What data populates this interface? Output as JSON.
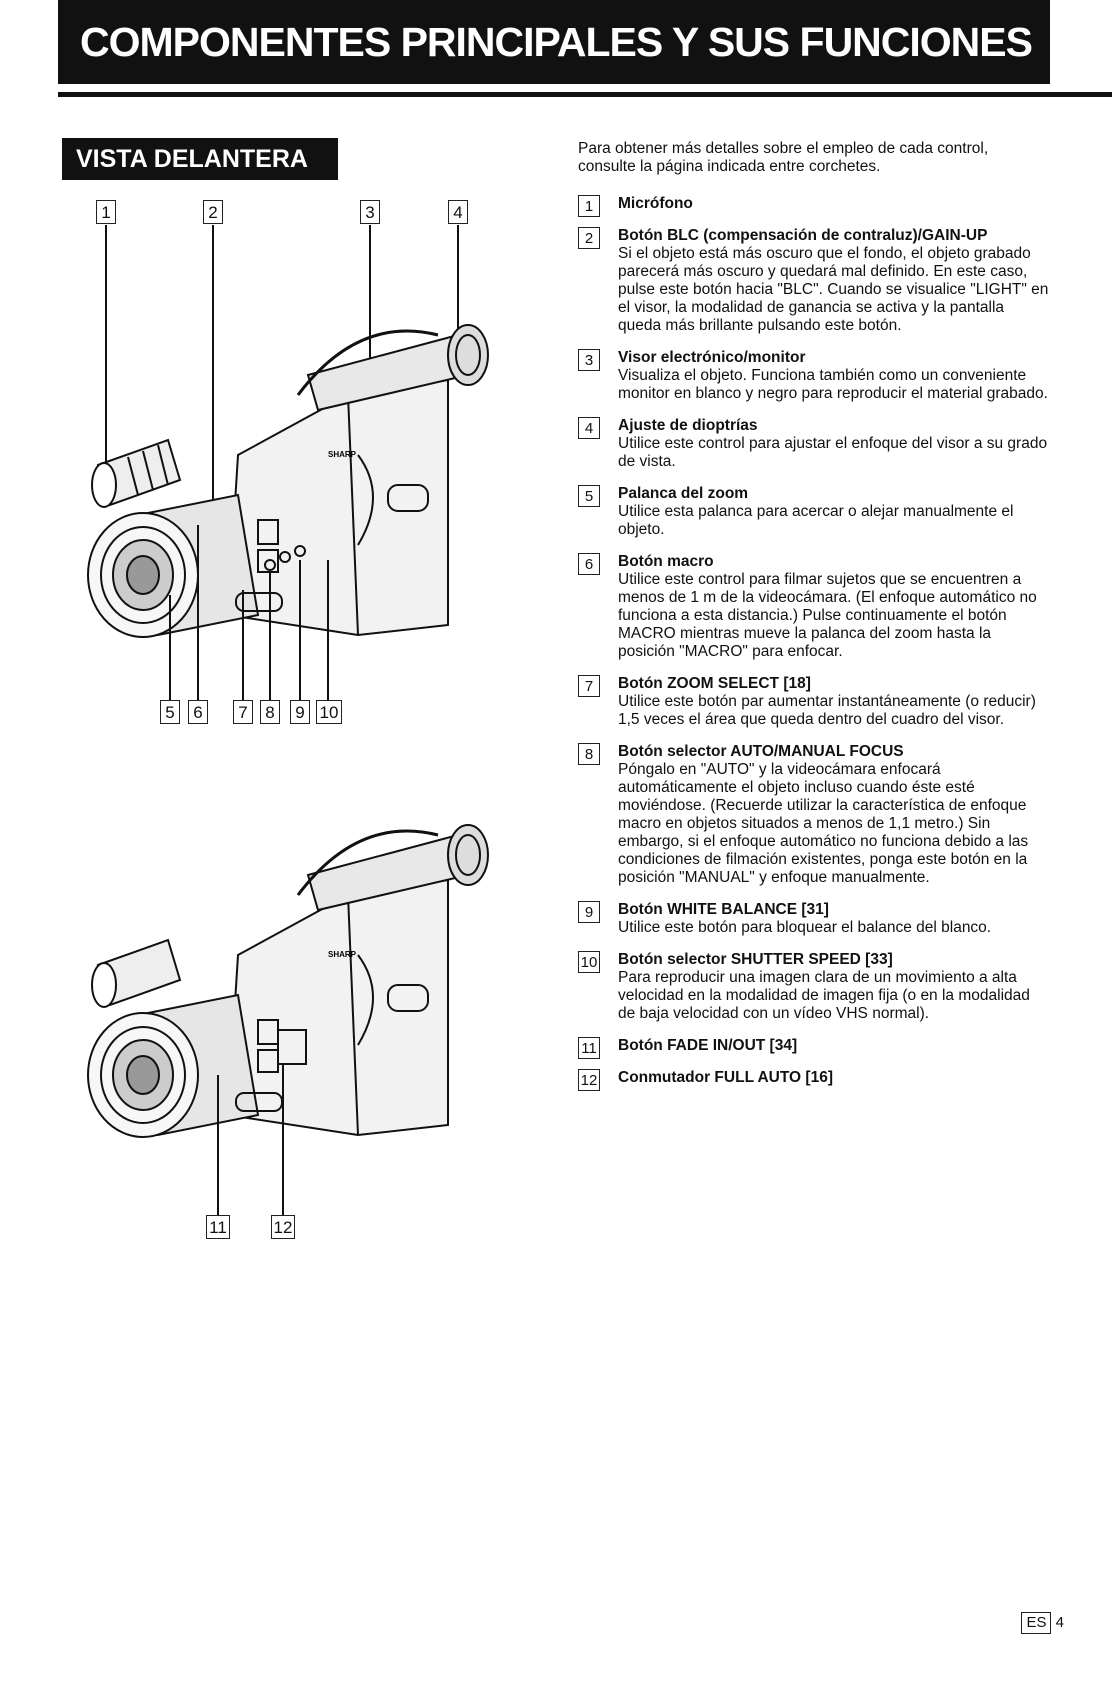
{
  "header": {
    "title": "COMPONENTES PRINCIPALES Y SUS FUNCIONES"
  },
  "section": {
    "label": "VISTA DELANTERA"
  },
  "intro": "Para obtener más detalles sobre el empleo de cada control, consulte la página indicada entre corchetes.",
  "figure_top": {
    "callouts_top": [
      "1",
      "2",
      "3",
      "4"
    ],
    "callouts_bottom": [
      "5",
      "6",
      "7",
      "8",
      "9",
      "10"
    ]
  },
  "figure_bottom": {
    "callouts": [
      "11",
      "12"
    ],
    "brand": "SHARP"
  },
  "items": [
    {
      "num": "1",
      "title": "Micrófono",
      "desc": ""
    },
    {
      "num": "2",
      "title": "Botón BLC (compensación de contraluz)/GAIN-UP",
      "desc": "Si el objeto está más oscuro que el fondo, el objeto grabado parecerá más oscuro y quedará mal definido. En este caso, pulse este botón hacia \"BLC\". Cuando se visualice \"LIGHT\" en el visor, la modalidad de ganancia se activa y la pantalla queda más brillante pulsando este botón."
    },
    {
      "num": "3",
      "title": "Visor electrónico/monitor",
      "desc": "Visualiza el objeto. Funciona también como un conveniente monitor en blanco y negro para reproducir el material grabado."
    },
    {
      "num": "4",
      "title": "Ajuste de dioptrías",
      "desc": "Utilice este control para ajustar el enfoque del visor a su grado de vista."
    },
    {
      "num": "5",
      "title": "Palanca del zoom",
      "desc": "Utilice esta palanca para acercar o alejar manualmente el objeto."
    },
    {
      "num": "6",
      "title": "Botón macro",
      "desc": "Utilice este control para filmar sujetos que se encuentren a menos de 1 m de la videocámara. (El enfoque automático no funciona a esta distancia.) Pulse continuamente el botón MACRO mientras mueve la palanca del zoom hasta la posición \"MACRO\" para enfocar."
    },
    {
      "num": "7",
      "title": "Botón ZOOM SELECT [18]",
      "desc": "Utilice este botón par aumentar instantáneamente (o reducir) 1,5 veces el área que queda dentro del cuadro del visor."
    },
    {
      "num": "8",
      "title": "Botón selector AUTO/MANUAL FOCUS",
      "desc": "Póngalo en \"AUTO\" y la videocámara enfocará automáticamente el objeto incluso cuando éste esté moviéndose. (Recuerde utilizar la característica de enfoque macro en objetos situados a menos de 1,1 metro.) Sin embargo, si el enfoque automático no funciona debido a las condiciones de filmación existentes, ponga este botón en la posición \"MANUAL\" y enfoque manualmente."
    },
    {
      "num": "9",
      "title": "Botón WHITE BALANCE [31]",
      "desc": "Utilice este botón para bloquear el balance del blanco."
    },
    {
      "num": "10",
      "title": "Botón selector SHUTTER SPEED [33]",
      "desc": "Para reproducir una imagen clara de un movimiento a alta velocidad en la modalidad de imagen fija (o en la modalidad de baja velocidad con un vídeo VHS normal)."
    },
    {
      "num": "11",
      "title": "Botón FADE IN/OUT [34]",
      "desc": ""
    },
    {
      "num": "12",
      "title": "Conmutador FULL AUTO [16]",
      "desc": ""
    }
  ],
  "footer": {
    "lang": "ES",
    "page": "4"
  }
}
